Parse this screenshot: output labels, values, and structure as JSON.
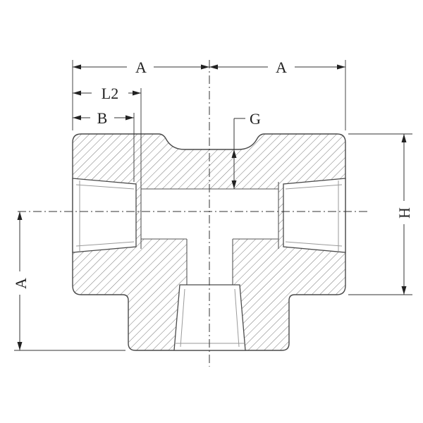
{
  "diagram": {
    "labels": {
      "a_top_left": "A",
      "a_top_right": "A",
      "l2": "L2",
      "b": "B",
      "g": "G",
      "h": "H",
      "a_vertical": "A"
    },
    "colors": {
      "line": "#333333",
      "hatch": "#777777",
      "background": "#ffffff"
    }
  }
}
